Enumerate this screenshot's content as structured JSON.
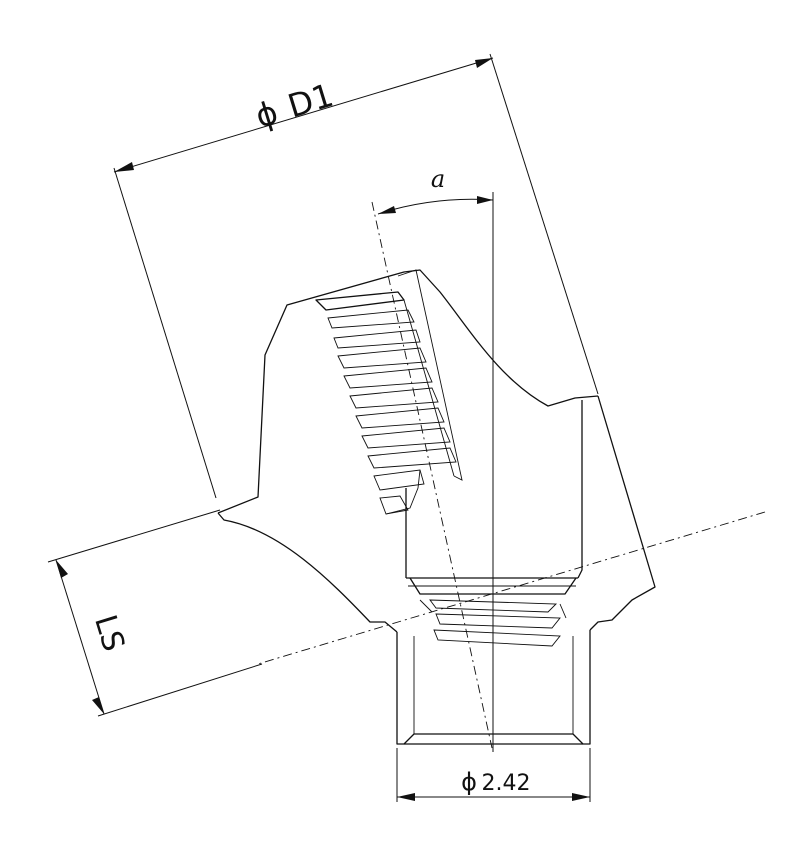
{
  "dimensions": {
    "d1": {
      "symbol": "ϕ",
      "label": "D1"
    },
    "angle": {
      "label": "a"
    },
    "ls": {
      "label": "LS"
    },
    "bore": {
      "symbol": "ϕ",
      "value": "2.42"
    }
  }
}
